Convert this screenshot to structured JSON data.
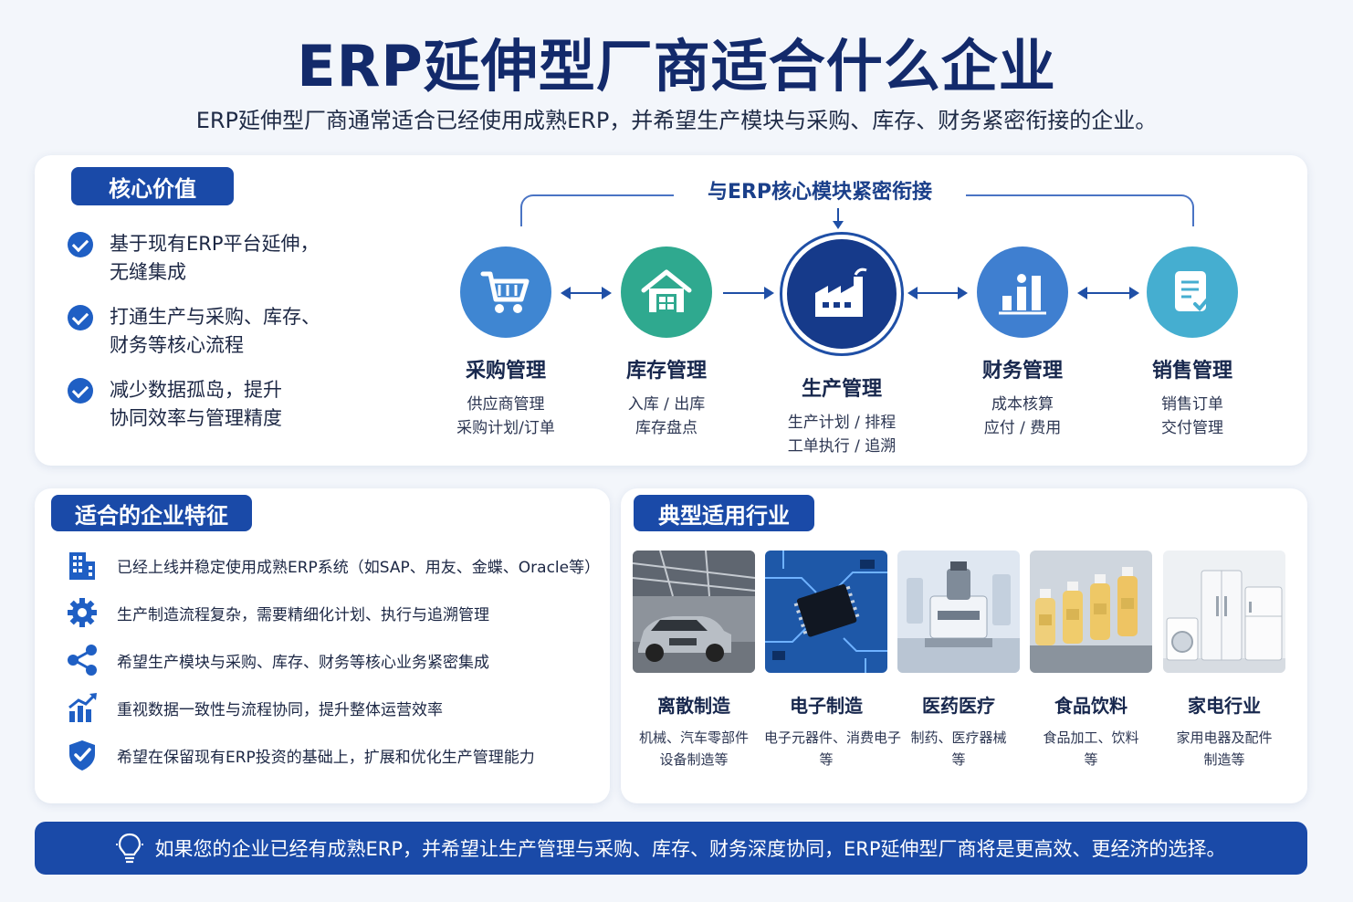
{
  "header": {
    "title": "ERP延伸型厂商适合什么企业",
    "subtitle": "ERP延伸型厂商通常适合已经使用成熟ERP，并希望生产模块与采购、库存、财务紧密衔接的企业。"
  },
  "core": {
    "pill": "核心价值",
    "values": [
      {
        "line1": "基于现有ERP平台延伸，",
        "line2": "无缝集成"
      },
      {
        "line1": "打通生产与采购、库存、",
        "line2": "财务等核心流程"
      },
      {
        "line1": "减少数据孤岛，提升",
        "line2": "协同效率与管理精度"
      }
    ],
    "flow_label": "与ERP核心模块紧密衔接",
    "modules": [
      {
        "name": "采购管理",
        "desc1": "供应商管理",
        "desc2": "采购计划/订单",
        "icon": "cart-icon",
        "color": "#3f86d2"
      },
      {
        "name": "库存管理",
        "desc1": "入库 / 出库",
        "desc2": "库存盘点",
        "icon": "warehouse-icon",
        "color": "#2fa98f"
      },
      {
        "name": "生产管理",
        "desc1": "生产计划 / 排程",
        "desc2": "工单执行 / 追溯",
        "icon": "factory-icon",
        "color": "#163a8a"
      },
      {
        "name": "财务管理",
        "desc1": "成本核算",
        "desc2": "应付 / 费用",
        "icon": "bar-chart-icon",
        "color": "#3f7fd0"
      },
      {
        "name": "销售管理",
        "desc1": "销售订单",
        "desc2": "交付管理",
        "icon": "document-icon",
        "color": "#45aed0"
      }
    ]
  },
  "features": {
    "pill": "适合的企业特征",
    "items": [
      {
        "text": "已经上线并稳定使用成熟ERP系统（如SAP、用友、金蝶、Oracle等）",
        "icon": "building-icon"
      },
      {
        "text": "生产制造流程复杂，需要精细化计划、执行与追溯管理",
        "icon": "gear-icon"
      },
      {
        "text": "希望生产模块与采购、库存、财务等核心业务紧密集成",
        "icon": "share-icon"
      },
      {
        "text": "重视数据一致性与流程协同，提升整体运营效率",
        "icon": "growth-chart-icon"
      },
      {
        "text": "希望在保留现有ERP投资的基础上，扩展和优化生产管理能力",
        "icon": "shield-check-icon"
      }
    ]
  },
  "industries": {
    "pill": "典型适用行业",
    "items": [
      {
        "name": "离散制造",
        "desc1": "机械、汽车零部件",
        "desc2": "设备制造等"
      },
      {
        "name": "电子制造",
        "desc1": "电子元器件、消费电子",
        "desc2": "等"
      },
      {
        "name": "医药医疗",
        "desc1": "制药、医疗器械",
        "desc2": "等"
      },
      {
        "name": "食品饮料",
        "desc1": "食品加工、饮料",
        "desc2": "等"
      },
      {
        "name": "家电行业",
        "desc1": "家用电器及配件",
        "desc2": "制造等"
      }
    ]
  },
  "footer": {
    "text": "如果您的企业已经有成熟ERP，并希望让生产管理与采购、库存、财务深度协同，ERP延伸型厂商将是更高效、更经济的选择。",
    "icon": "lightbulb-icon"
  }
}
